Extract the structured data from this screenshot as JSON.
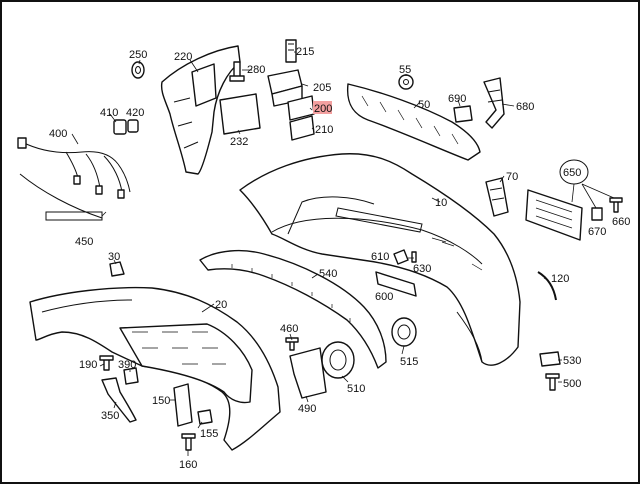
{
  "diagram": {
    "highlight_color": "#f3a0a0",
    "highlighted_part": "200",
    "callouts": [
      {
        "id": "10",
        "label": "10"
      },
      {
        "id": "20",
        "label": "20"
      },
      {
        "id": "30",
        "label": "30"
      },
      {
        "id": "50",
        "label": "50"
      },
      {
        "id": "55",
        "label": "55"
      },
      {
        "id": "70",
        "label": "70"
      },
      {
        "id": "120",
        "label": "120"
      },
      {
        "id": "150",
        "label": "150"
      },
      {
        "id": "155",
        "label": "155"
      },
      {
        "id": "160",
        "label": "160"
      },
      {
        "id": "190",
        "label": "190"
      },
      {
        "id": "200",
        "label": "200"
      },
      {
        "id": "205",
        "label": "205"
      },
      {
        "id": "210",
        "label": "210"
      },
      {
        "id": "215",
        "label": "215"
      },
      {
        "id": "220",
        "label": "220"
      },
      {
        "id": "232",
        "label": "232"
      },
      {
        "id": "250",
        "label": "250"
      },
      {
        "id": "280",
        "label": "280"
      },
      {
        "id": "350",
        "label": "350"
      },
      {
        "id": "390",
        "label": "390"
      },
      {
        "id": "400",
        "label": "400"
      },
      {
        "id": "410",
        "label": "410"
      },
      {
        "id": "420",
        "label": "420"
      },
      {
        "id": "450",
        "label": "450"
      },
      {
        "id": "460",
        "label": "460"
      },
      {
        "id": "490",
        "label": "490"
      },
      {
        "id": "500",
        "label": "500"
      },
      {
        "id": "510",
        "label": "510"
      },
      {
        "id": "515",
        "label": "515"
      },
      {
        "id": "530",
        "label": "530"
      },
      {
        "id": "540",
        "label": "540"
      },
      {
        "id": "600",
        "label": "600"
      },
      {
        "id": "610",
        "label": "610"
      },
      {
        "id": "630",
        "label": "630"
      },
      {
        "id": "650",
        "label": "650"
      },
      {
        "id": "660",
        "label": "660"
      },
      {
        "id": "670",
        "label": "670"
      },
      {
        "id": "680",
        "label": "680"
      },
      {
        "id": "690",
        "label": "690"
      }
    ]
  }
}
